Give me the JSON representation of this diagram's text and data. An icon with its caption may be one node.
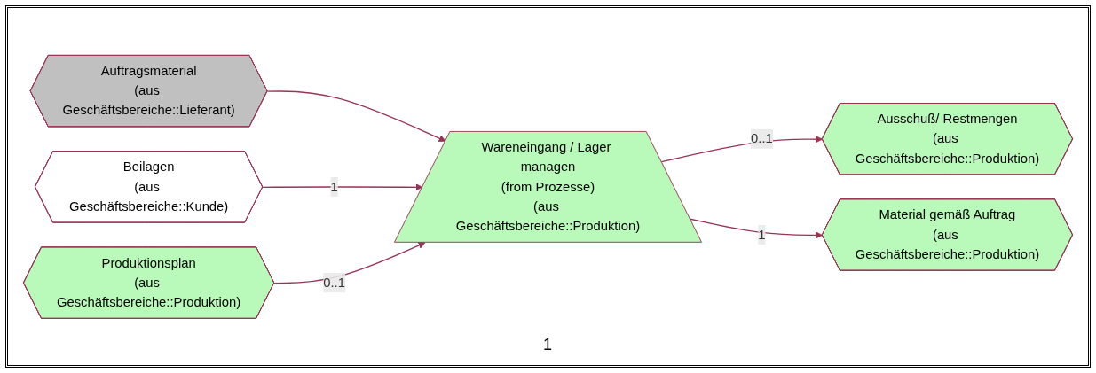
{
  "diagram": {
    "nodes": [
      {
        "text": [
          "Auftragsmaterial",
          "(aus Geschäftsbereiche::Lieferant)"
        ]
      },
      {
        "text": [
          "Beilagen",
          "(aus Geschäftsbereiche::Kunde)"
        ]
      },
      {
        "text": [
          "Produktionsplan",
          "(aus Geschäftsbereiche::Produktion)"
        ]
      },
      {
        "text": [
          "Wareneingang / Lager managen",
          "(from Prozesse)",
          "(aus Geschäftsbereiche::Produktion)"
        ]
      },
      {
        "text": [
          "Ausschuß/ Restmengen",
          "(aus Geschäftsbereiche::Produktion)"
        ]
      },
      {
        "text": [
          "Material gemäß Auftrag",
          "(aus Geschäftsbereiche::Produktion)"
        ]
      }
    ],
    "edges": [
      {
        "from": 0,
        "to": 3,
        "arrow": "to"
      },
      {
        "from": 1,
        "to": 3,
        "arrow": "to",
        "label": "1"
      },
      {
        "from": 2,
        "to": 3,
        "arrow": "to",
        "label": "0..1"
      },
      {
        "from": 3,
        "to": 4,
        "arrow": "to",
        "label": "0..1"
      },
      {
        "from": 3,
        "to": 5,
        "arrow": "to",
        "label": "1"
      }
    ],
    "labels": [
      "1"
    ]
  }
}
